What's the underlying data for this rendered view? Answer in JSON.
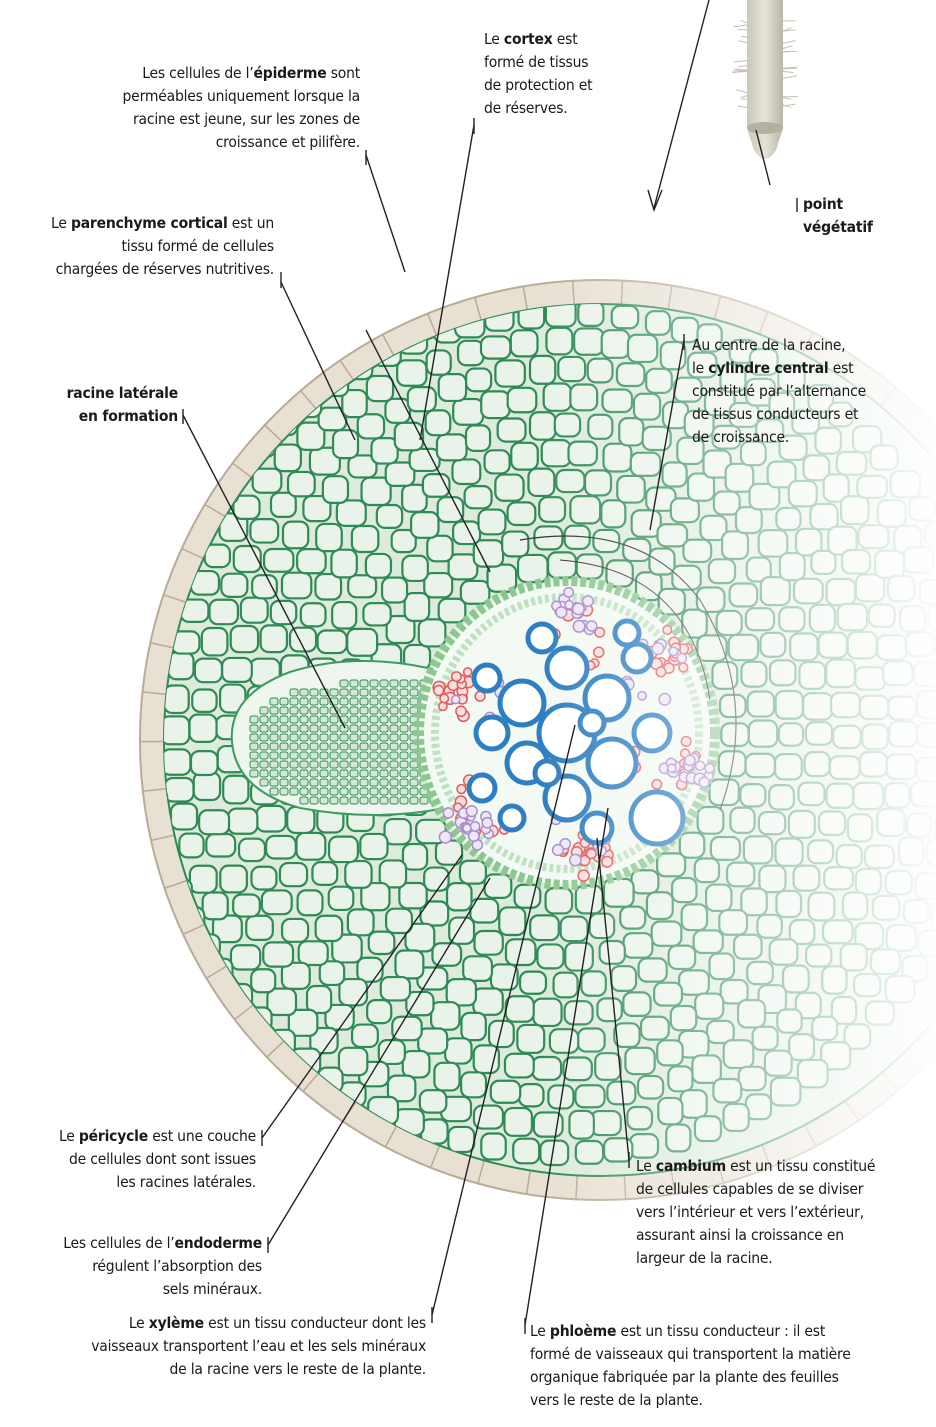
{
  "labels": {
    "epiderme": {
      "lines": [
        {
          "pre": "Les cellules de l’",
          "b": "épiderme",
          "post": " sont"
        },
        {
          "pre": "perméables uniquement lorsque la",
          "b": "",
          "post": ""
        },
        {
          "pre": "racine est jeune, sur les zones de",
          "b": "",
          "post": ""
        },
        {
          "pre": "croissance et pilifère.",
          "b": "",
          "post": ""
        }
      ]
    },
    "cortex": {
      "lines": [
        {
          "pre": "Le ",
          "b": "cortex",
          "post": " est"
        },
        {
          "pre": "formé de tissus",
          "b": "",
          "post": ""
        },
        {
          "pre": "de protection et",
          "b": "",
          "post": ""
        },
        {
          "pre": "de réserves.",
          "b": "",
          "post": ""
        }
      ]
    },
    "point": {
      "lines": [
        {
          "pre": "",
          "b": "point",
          "post": ""
        },
        {
          "pre": "",
          "b": "végétatif",
          "post": ""
        }
      ]
    },
    "parenchyme": {
      "lines": [
        {
          "pre": "Le ",
          "b": "parenchyme cortical",
          "post": " est un"
        },
        {
          "pre": "tissu formé de cellules",
          "b": "",
          "post": ""
        },
        {
          "pre": "chargées de réserves nutritives.",
          "b": "",
          "post": ""
        }
      ]
    },
    "cylindre": {
      "lines": [
        {
          "pre": "Au centre de la racine,",
          "b": "",
          "post": ""
        },
        {
          "pre": "le ",
          "b": "cylindre central",
          "post": " est"
        },
        {
          "pre": "constitué par l’alternance",
          "b": "",
          "post": ""
        },
        {
          "pre": "de tissus conducteurs et",
          "b": "",
          "post": ""
        },
        {
          "pre": "de croissance.",
          "b": "",
          "post": ""
        }
      ]
    },
    "laterale": {
      "lines": [
        {
          "pre": "",
          "b": "racine latérale",
          "post": ""
        },
        {
          "pre": "",
          "b": "en formation",
          "post": ""
        }
      ]
    },
    "pericycle": {
      "lines": [
        {
          "pre": "Le ",
          "b": "péricycle",
          "post": " est une couche"
        },
        {
          "pre": "de cellules dont sont issues",
          "b": "",
          "post": ""
        },
        {
          "pre": "les racines latérales.",
          "b": "",
          "post": ""
        }
      ]
    },
    "endoderme": {
      "lines": [
        {
          "pre": "Les cellules de l’",
          "b": "endoderme",
          "post": ""
        },
        {
          "pre": "régulent l’absorption des",
          "b": "",
          "post": ""
        },
        {
          "pre": "sels minéraux.",
          "b": "",
          "post": ""
        }
      ]
    },
    "xyleme": {
      "lines": [
        {
          "pre": "Le ",
          "b": "xylème",
          "post": " est un tissu conducteur dont les"
        },
        {
          "pre": "vaisseaux transportent l’eau et les sels minéraux",
          "b": "",
          "post": ""
        },
        {
          "pre": "de la racine vers le reste de la plante.",
          "b": "",
          "post": ""
        }
      ]
    },
    "cambium": {
      "lines": [
        {
          "pre": "Le ",
          "b": "cambium",
          "post": " est un tissu constitué"
        },
        {
          "pre": "de cellules capables de se diviser",
          "b": "",
          "post": ""
        },
        {
          "pre": "vers l’intérieur et vers l’extérieur,",
          "b": "",
          "post": ""
        },
        {
          "pre": "assurant ainsi la croissance en",
          "b": "",
          "post": ""
        },
        {
          "pre": "largeur de la racine.",
          "b": "",
          "post": ""
        }
      ]
    },
    "phloeme": {
      "lines": [
        {
          "pre": "Le ",
          "b": "phloème",
          "post": " est un tissu conducteur : il est"
        },
        {
          "pre": "formé de vaisseaux qui transportent la matière",
          "b": "",
          "post": ""
        },
        {
          "pre": "organique fabriquée par la plante des feuilles",
          "b": "",
          "post": ""
        },
        {
          "pre": "vers le reste de la plante.",
          "b": "",
          "post": ""
        }
      ]
    }
  },
  "colors": {
    "epidermis_fill": "#e7e0d3",
    "epidermis_stroke": "#b9ab95",
    "cortex_fill": "#dcebdc",
    "cortex_cell": "#2f8a55",
    "endodermis": "#8cc78f",
    "xylem": "#2e7fc2",
    "phloem": "#e25a5a",
    "cambium": "#a98dc8",
    "leader": "#222222"
  }
}
